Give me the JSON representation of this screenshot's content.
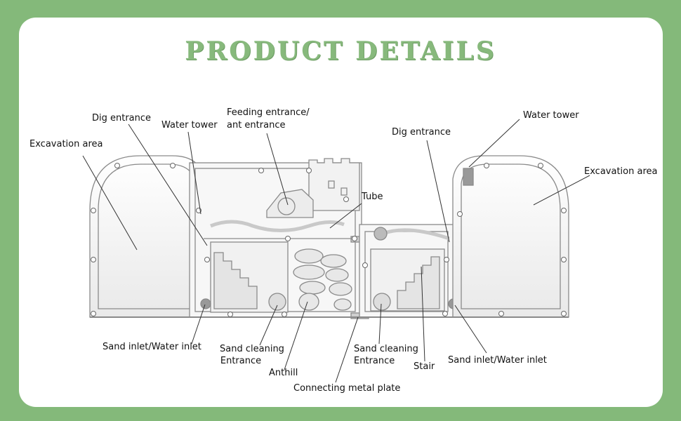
{
  "title": "PRODUCT DETAILS",
  "colors": {
    "background": "#84b97a",
    "title": "#87b97c",
    "card": "#ffffff"
  },
  "labels": {
    "dig_entrance_left": "Dig entrance",
    "water_tower_left": "Water tower",
    "feeding_entrance_line1": "Feeding entrance/",
    "feeding_entrance_line2": "ant entrance",
    "excavation_area_left": "Excavation area",
    "tube": "Tube",
    "dig_entrance_right": "Dig entrance",
    "water_tower_right": "Water tower",
    "excavation_area_right": "Excavation area",
    "sand_inlet_left": "Sand inlet/Water inlet",
    "sand_cleaning_left_line1": "Sand cleaning",
    "sand_cleaning_left_line2": "Entrance",
    "anthill": "Anthill",
    "sand_cleaning_right_line1": "Sand cleaning",
    "sand_cleaning_right_line2": "Entrance",
    "stair": "Stair",
    "sand_inlet_right": "Sand inlet/Water inlet",
    "connecting_plate": "Connecting metal plate"
  }
}
